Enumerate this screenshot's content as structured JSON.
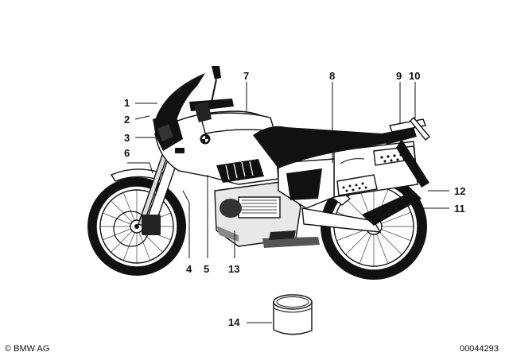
{
  "callouts": [
    {
      "id": "1",
      "text": "1"
    },
    {
      "id": "2",
      "text": "2"
    },
    {
      "id": "3",
      "text": "3"
    },
    {
      "id": "4",
      "text": "4"
    },
    {
      "id": "5",
      "text": "5"
    },
    {
      "id": "6",
      "text": "6"
    },
    {
      "id": "7",
      "text": "7"
    },
    {
      "id": "8",
      "text": "8"
    },
    {
      "id": "9",
      "text": "9"
    },
    {
      "id": "10",
      "text": "10"
    },
    {
      "id": "11",
      "text": "11"
    },
    {
      "id": "12",
      "text": "12"
    },
    {
      "id": "13",
      "text": "13"
    },
    {
      "id": "14",
      "text": "14"
    }
  ],
  "footer": {
    "copyright": "© BMW AG",
    "diagram_number": "00044293"
  }
}
